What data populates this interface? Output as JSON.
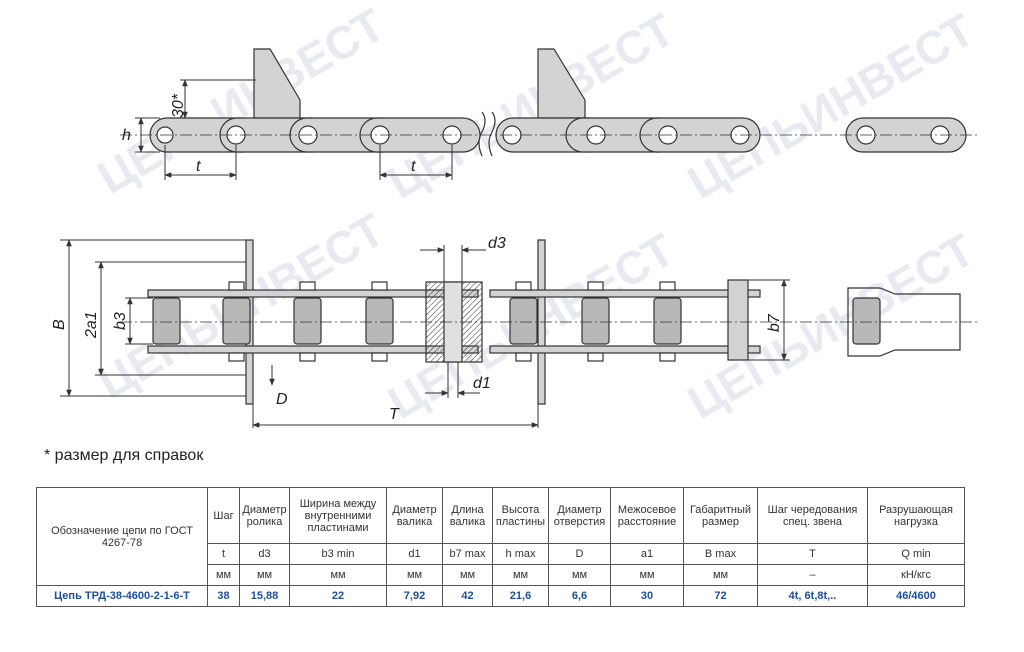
{
  "watermark": {
    "text": "ЦЕПЬИНВЕСТ",
    "color": "#e2e7ee"
  },
  "drawing": {
    "top_labels": {
      "height": "h",
      "offset": "30*",
      "pitch_left": "t",
      "pitch_right": "t"
    },
    "bottom_labels": {
      "width": "B",
      "center_distance": "2a1",
      "inner_width": "b3",
      "roller_dia": "d3",
      "pin_dia": "d1",
      "hole": "D",
      "spacing": "T",
      "pin_length": "b7"
    },
    "colors": {
      "plate": "#d3d3d3",
      "roller": "#b8b8b8",
      "line": "#333333"
    }
  },
  "note": "* размер для справок",
  "table": {
    "headers": [
      "Обозначение цепи по ГОСТ 4267-78",
      "Шаг",
      "Диаметр ролика",
      "Ширина между внутренними пластинами",
      "Диаметр валика",
      "Длина валика",
      "Высота пластины",
      "Диаметр отверстия",
      "Межосевое расстояние",
      "Габаритный размер",
      "Шаг чередования спец. звена",
      "Разрушающая нагрузка"
    ],
    "symbols": [
      "t",
      "d3",
      "b3 min",
      "d1",
      "b7 max",
      "h max",
      "D",
      "a1",
      "B max",
      "T",
      "Q min"
    ],
    "units": [
      "мм",
      "мм",
      "мм",
      "мм",
      "мм",
      "мм",
      "мм",
      "мм",
      "мм",
      "–",
      "кН/кгс"
    ],
    "row": [
      "Цепь ТРД-38-4600-2-1-6-Т",
      "38",
      "15,88",
      "22",
      "7,92",
      "42",
      "21,6",
      "6,6",
      "30",
      "72",
      "4t, 6t,8t,..",
      "46/4600"
    ]
  }
}
